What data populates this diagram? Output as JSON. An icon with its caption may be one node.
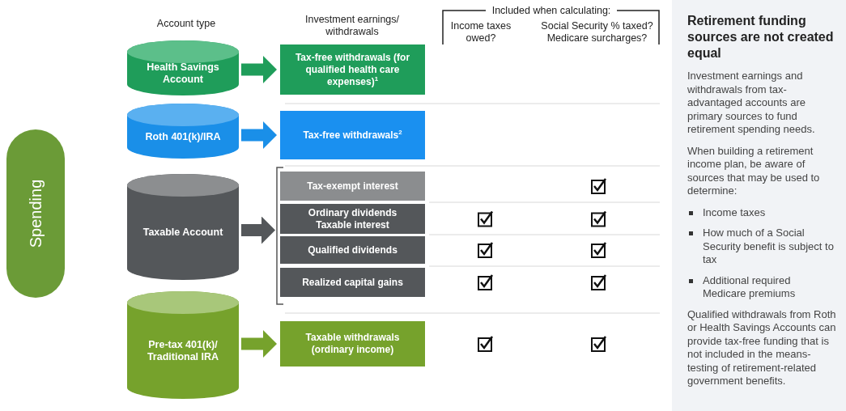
{
  "diagram": {
    "nodes": [
      {
        "text": [
          "Spending"
        ]
      },
      {
        "text": [
          "Health Savings Account"
        ]
      },
      {
        "text": [
          "Tax-free withdrawals (for qualified health care expenses)$^{1}$"
        ]
      },
      {
        "text": [
          "Roth 401(k)/IRA"
        ]
      },
      {
        "text": [
          "Tax-free withdrawals$^{2}$"
        ]
      },
      {
        "text": [
          "Taxable Account"
        ]
      },
      {
        "text": [
          "Tax-exempt interest"
        ]
      },
      {
        "text": [
          "Ordinary dividends Taxable interest"
        ]
      },
      {
        "text": [
          "Qualified dividends"
        ]
      },
      {
        "text": [
          "Realized capital gains"
        ]
      },
      {
        "text": [
          "Pre-tax 401(k)/ Traditional IRA"
        ]
      },
      {
        "text": [
          "Taxable withdrawals (ordinary income)"
        ]
      },
      {
        "text": [
          "Retirement funding sources are not created equal",
          "Investment earnings and withdrawals from tax-advantaged accounts are primary sources to fund retirement spending needs.",
          "When building a retirement income plan, be aware of sources that may be used to determine:",
          "Income taxes",
          "How much of a Social Security benefit is subject to tax",
          "Additional required Medicare premiums",
          "Qualified withdrawals from Roth or Health Savings Accounts can provide tax-free funding that is not included in the means-testing of retirement-related government benefits."
        ]
      }
    ],
    "edges": [
      {
        "from": 1,
        "to": 2,
        "arrow": "to",
        "color": "#1f9d5a"
      },
      {
        "from": 3,
        "to": 4,
        "arrow": "to",
        "color": "#1a8fe8"
      },
      {
        "from": 5,
        "to": 6,
        "arrow": "to",
        "color": "#54575a"
      },
      {
        "from": 5,
        "to": 7,
        "arrow": "to",
        "color": "#54575a"
      },
      {
        "from": 5,
        "to": 8,
        "arrow": "to",
        "color": "#54575a"
      },
      {
        "from": 5,
        "to": 9,
        "arrow": "to",
        "color": "#54575a"
      },
      {
        "from": 10,
        "to": 11,
        "arrow": "to",
        "color": "#76a22c"
      }
    ],
    "labels": [
      "Account type",
      "Investment earnings/ withdrawals",
      "Included when calculating:",
      "Income taxes owed?",
      "Social Security % taxed? Medicare surcharges?"
    ]
  }
}
